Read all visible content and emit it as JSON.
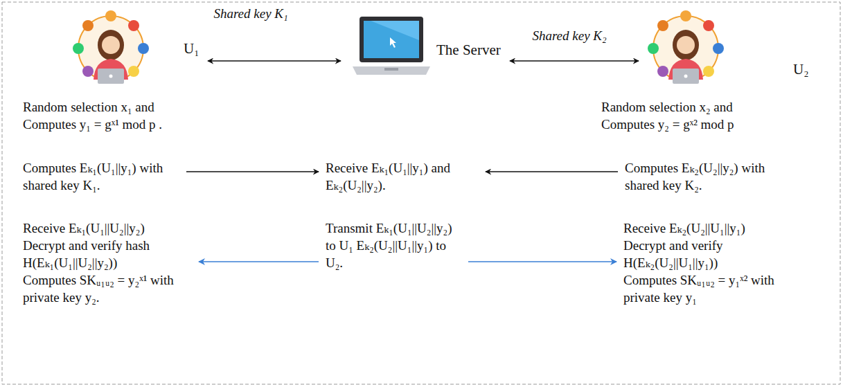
{
  "diagram": {
    "nodes": [
      {
        "text": [
          "U₁"
        ]
      },
      {
        "text": [
          "The Server"
        ]
      },
      {
        "text": [
          "U₂"
        ]
      },
      {
        "text": [
          "Random selection x₁ and Computes y₁ = gˣ¹ mod p ."
        ]
      },
      {
        "text": [
          "Random selection x₂ and Computes y₂ = gˣ² mod p"
        ]
      },
      {
        "text": [
          "Computes Eₖ₁(U₁||y₁) with shared key K₁."
        ]
      },
      {
        "text": [
          "Receive Eₖ₁(U₁||y₁) and Eₖ₂(U₂||y₂)."
        ]
      },
      {
        "text": [
          "Computes Eₖ₂(U₂||y₂) with shared key K₂."
        ]
      },
      {
        "text": [
          "Receive Eₖ₁(U₁||U₂||y₂)",
          "Decrypt and verify hash H(Eₖ₁(U₁||U₂||y₂))",
          "Computes SKᵤ₁ᵤ₂ = y₂ˣ¹ with private key y₂."
        ]
      },
      {
        "text": [
          "Transmit Eₖ₁(U₁||U₂||y₂) to U₁ Eₖ₂(U₂||U₁||y₁) to U₂."
        ]
      },
      {
        "text": [
          "Receive Eₖ₂(U₂||U₁||y₁)",
          "Decrypt and verify H(Eₖ₂(U₂||U₁||y₁))",
          "Computes SKᵤ₁ᵤ₂ = y₁ˣ² with private key y₁"
        ]
      }
    ],
    "edges": [
      {
        "from": 0,
        "to": 1,
        "arrow": "both",
        "label": "Shared key K₁"
      },
      {
        "from": 1,
        "to": 2,
        "arrow": "both",
        "label": "Shared key K₂"
      },
      {
        "from": 5,
        "to": 6,
        "arrow": "to"
      },
      {
        "from": 7,
        "to": 6,
        "arrow": "to"
      },
      {
        "from": 9,
        "to": 8,
        "arrow": "to"
      },
      {
        "from": 9,
        "to": 10,
        "arrow": "to"
      }
    ]
  }
}
